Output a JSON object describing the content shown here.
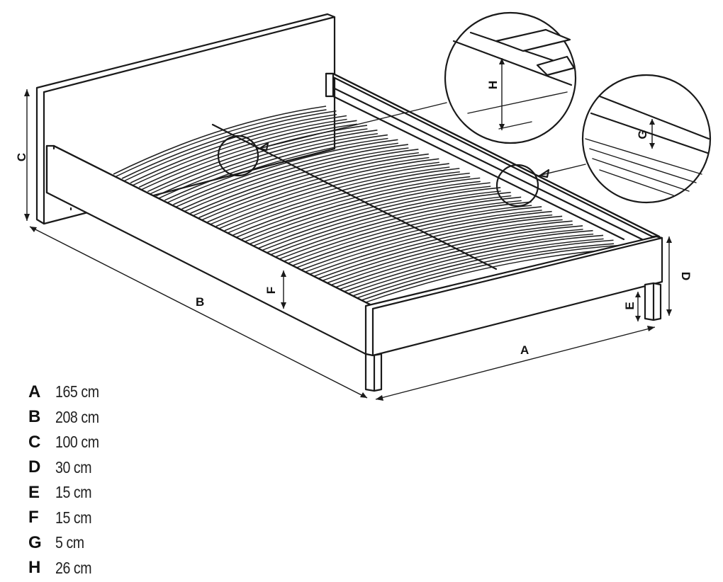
{
  "diagram": {
    "dimension_labels": {
      "a": "A",
      "b": "B",
      "c": "C",
      "d": "D",
      "e": "E",
      "f": "F",
      "g": "G",
      "h": "H"
    }
  },
  "legend": [
    {
      "letter": "A",
      "value": "165 cm"
    },
    {
      "letter": "B",
      "value": "208 cm"
    },
    {
      "letter": "C",
      "value": "100 cm"
    },
    {
      "letter": "D",
      "value": "30 cm"
    },
    {
      "letter": "E",
      "value": "15 cm"
    },
    {
      "letter": "F",
      "value": "15 cm"
    },
    {
      "letter": "G",
      "value": "5 cm"
    },
    {
      "letter": "H",
      "value": "26 cm"
    }
  ]
}
